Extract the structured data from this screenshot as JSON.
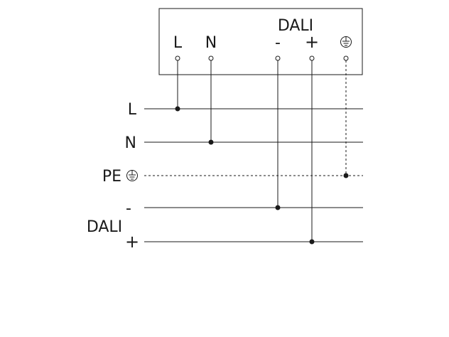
{
  "device": {
    "group_label": "DALI",
    "terminals": [
      {
        "id": "L",
        "label": "L",
        "icon": "text"
      },
      {
        "id": "N",
        "label": "N",
        "icon": "text"
      },
      {
        "id": "dali-minus",
        "label": "-",
        "icon": "text"
      },
      {
        "id": "dali-plus",
        "label": "+",
        "icon": "text"
      },
      {
        "id": "pe",
        "label": "",
        "icon": "earth-ground-icon"
      }
    ]
  },
  "bus": {
    "lines": [
      {
        "id": "L",
        "label": "L",
        "style": "solid",
        "ground_icon": false
      },
      {
        "id": "N",
        "label": "N",
        "style": "solid",
        "ground_icon": false
      },
      {
        "id": "PE",
        "label": "PE",
        "style": "dashed",
        "ground_icon": true
      },
      {
        "id": "dali-minus",
        "label": "-",
        "style": "solid",
        "ground_icon": false
      },
      {
        "id": "dali-plus",
        "label": "+",
        "style": "solid",
        "ground_icon": false
      }
    ],
    "dali_label": "DALI"
  },
  "connections": [
    {
      "from": "L",
      "to": "L"
    },
    {
      "from": "N",
      "to": "N"
    },
    {
      "from": "pe",
      "to": "PE"
    },
    {
      "from": "dali-minus",
      "to": "dali-minus"
    },
    {
      "from": "dali-plus",
      "to": "dali-plus"
    }
  ],
  "colors": {
    "line": "#1a1a1a",
    "background": "#ffffff"
  }
}
